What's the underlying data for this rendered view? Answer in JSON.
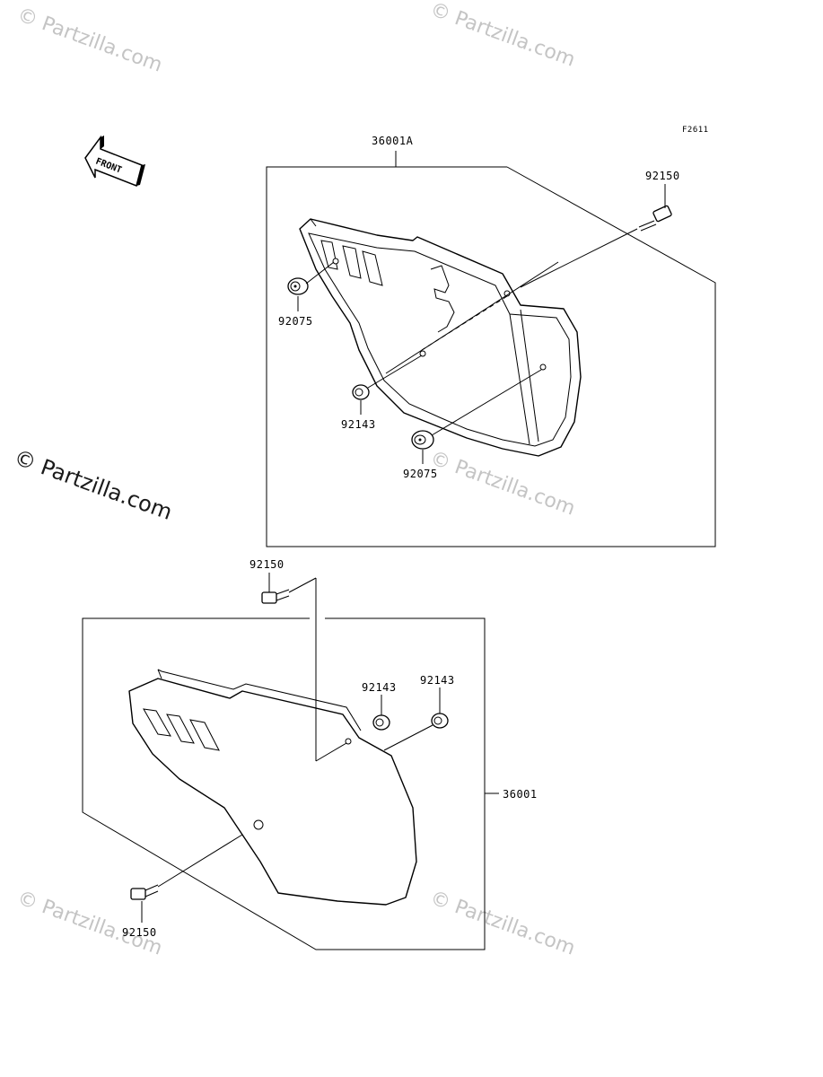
{
  "diagram_code": "F2611",
  "front_arrow_label": "FRONT",
  "watermark_text": "© Partzilla.com",
  "labels": {
    "assembly_upper": "36001A",
    "assembly_lower": "36001",
    "bolt_upper": "92150",
    "grommet_upper_left": "92075",
    "collar_upper": "92143",
    "grommet_upper_bottom": "92075",
    "bolt_lower_top": "92150",
    "collar_lower_left": "92143",
    "collar_lower_right": "92143",
    "bolt_lower_bottom": "92150"
  }
}
